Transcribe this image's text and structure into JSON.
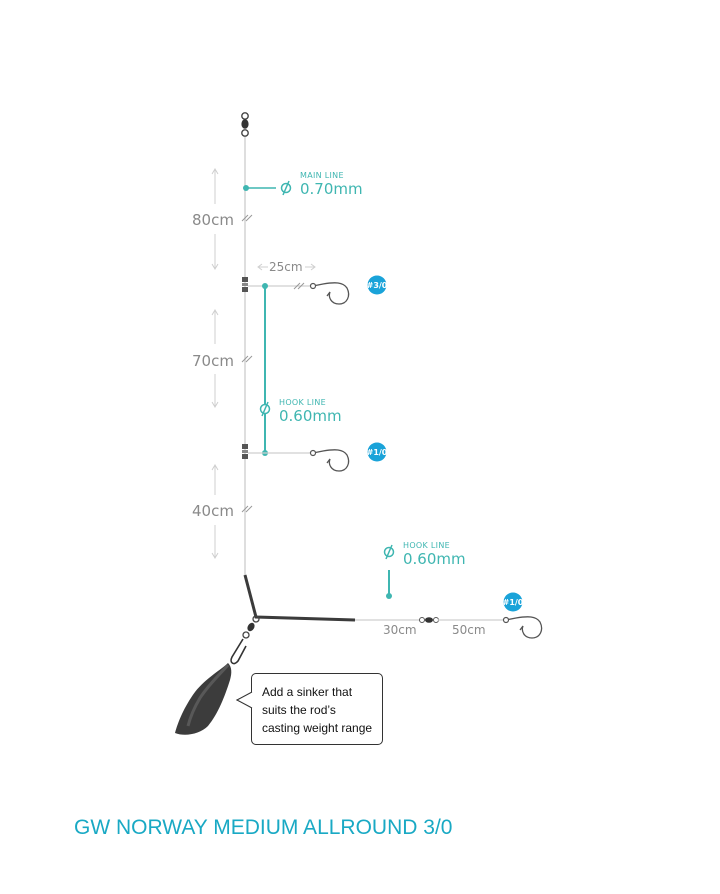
{
  "dimensions": {
    "main_80": "80cm",
    "main_70": "70cm",
    "main_40": "40cm",
    "dropper_25": "25cm",
    "boom_30": "30cm",
    "leader_50": "50cm"
  },
  "main_line": {
    "caption": "MAIN LINE",
    "value": "0.70mm"
  },
  "hook_line_upper": {
    "caption": "HOOK LINE",
    "value": "0.60mm"
  },
  "hook_line_lower": {
    "caption": "HOOK LINE",
    "value": "0.60mm"
  },
  "hook_sizes": {
    "top": "#3/0",
    "middle": "#1/0",
    "bottom": "#1/0"
  },
  "note": {
    "line1": "Add a sinker that",
    "line2": "suits the rod’s",
    "line3": "casting weight range"
  },
  "title": "GW NORWAY MEDIUM ALLROUND 3/0",
  "colors": {
    "teal": "#3fb6b1",
    "badge": "#1aa3d9",
    "title": "#19a9c4",
    "line": "#cfcfcf",
    "dim": "#8a8a8a"
  },
  "icons": [
    "swivel-icon",
    "diameter-icon",
    "hook-icon",
    "snap-swivel-icon",
    "sinker-icon",
    "crimp-sleeve-icon",
    "break-mark-icon"
  ]
}
